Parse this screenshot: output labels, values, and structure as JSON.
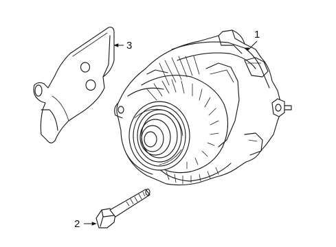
{
  "callouts": {
    "alternator": "1",
    "bolt": "2",
    "bracket": "3"
  },
  "colors": {
    "line": "#1a1a1a",
    "background": "#ffffff"
  }
}
